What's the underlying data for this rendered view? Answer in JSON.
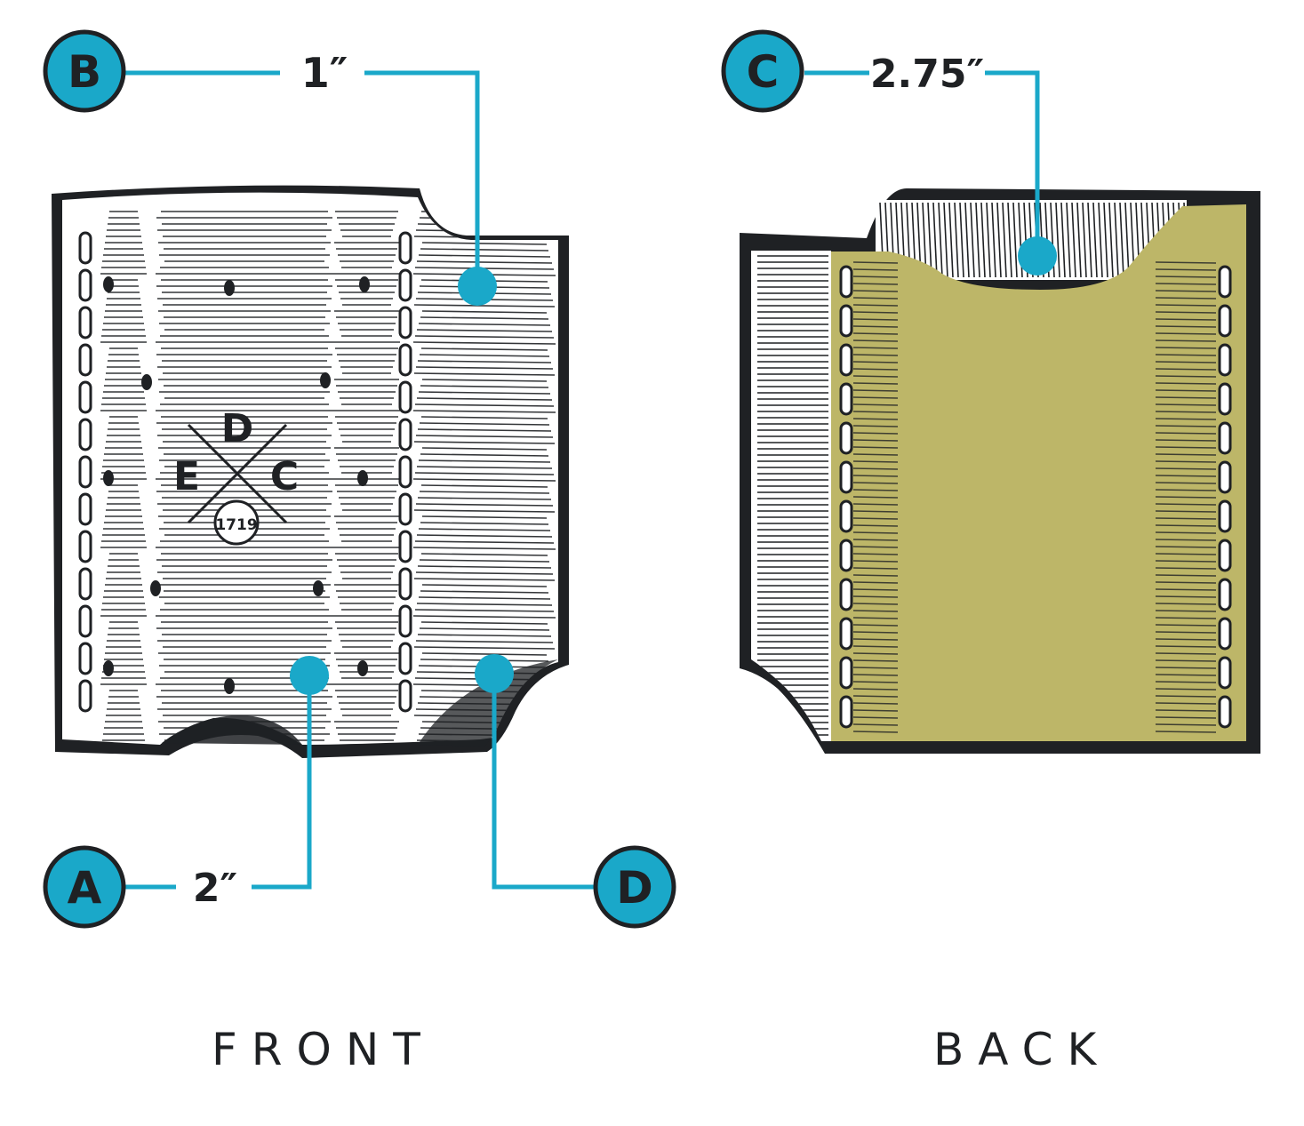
{
  "colors": {
    "accent": "#1aa8c9",
    "ink": "#1f2124",
    "pocket": "#bdb668",
    "leather": "#ffffff"
  },
  "front": {
    "caption": "FRONT",
    "logo_letters": {
      "top": "D",
      "left": "E",
      "right": "C"
    },
    "logo_seal": "1719",
    "callouts": {
      "A": {
        "letter": "A",
        "value": "2″"
      },
      "B": {
        "letter": "B",
        "value": "1″"
      },
      "D": {
        "letter": "D"
      }
    }
  },
  "back": {
    "caption": "BACK",
    "callouts": {
      "C": {
        "letter": "C",
        "value": "2.75″"
      }
    }
  }
}
